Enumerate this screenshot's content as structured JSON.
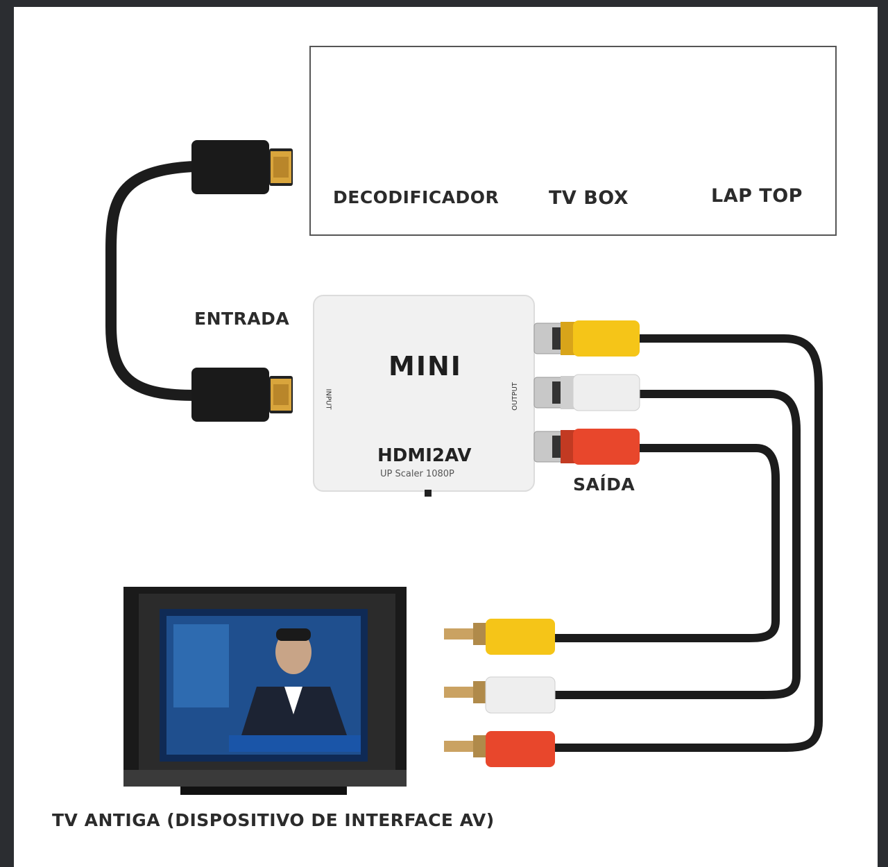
{
  "devices": {
    "decoder_label": "DECODIFICADOR",
    "tvbox_label": "TV BOX",
    "laptop_label": "LAP TOP"
  },
  "input_label": "ENTRADA",
  "output_label": "SAÍDA",
  "adapter": {
    "brand": "MINI",
    "model": "HDMI2AV",
    "subtitle": "UP Scaler 1080P",
    "input_port": "INPUT",
    "output_port": "OUTPUT"
  },
  "tv_caption": "TV ANTIGA (DISPOSITIVO DE INTERFACE AV)",
  "colors": {
    "yellow": "#f5c518",
    "white": "#eeeeee",
    "red": "#e8472c",
    "cable": "#1c1c1c"
  }
}
